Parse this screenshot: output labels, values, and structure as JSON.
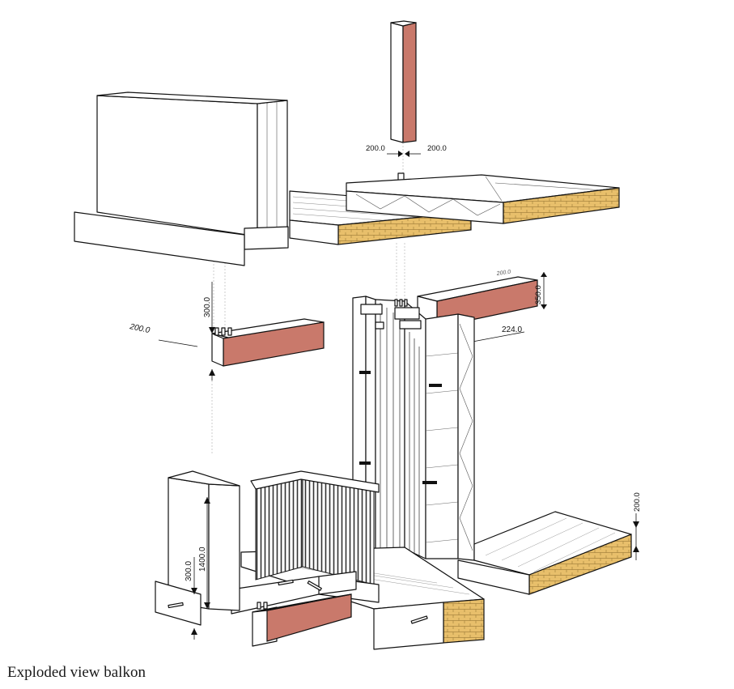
{
  "caption": "Exploded view balkon",
  "dimensions": {
    "beam_width_a": "200.0",
    "beam_width_b": "200.0",
    "lintel_height_left": "300.0",
    "lintel_depth_left": "200.0",
    "lintel_height_right": "350.0",
    "lintel_depth_right": "200.0",
    "lintel_width_right": "224.0",
    "floor_thickness": "200.0",
    "panel_height": "1400.0",
    "panel_base": "300.0"
  },
  "colors": {
    "brick": "#c9796b",
    "brick_stroke": "#5a2a22",
    "insulation": "#e8bf6b",
    "line": "#111111",
    "background": "#ffffff"
  }
}
